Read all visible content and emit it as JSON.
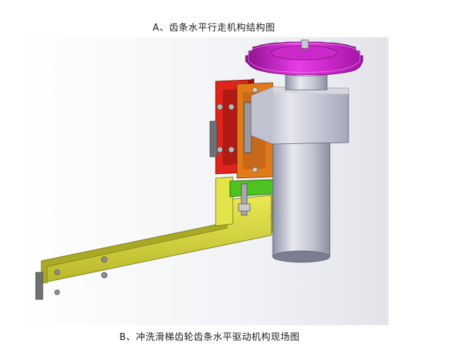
{
  "document": {
    "caption_top": "A、齿条水平行走机构结构图",
    "caption_bottom": "B、冲洗滑梯齿轮齿条水平驱动机构现场图"
  },
  "figure": {
    "subject": "gear-rack-horizontal-drive-cad-model",
    "colors": {
      "gear": "#d31bd3",
      "bracket_red": "#e0241b",
      "block_orange": "#e07b1a",
      "arm_yellow": "#d8d83a",
      "clip_green": "#4ec21e",
      "column_gray": "#b7b9c9"
    }
  }
}
